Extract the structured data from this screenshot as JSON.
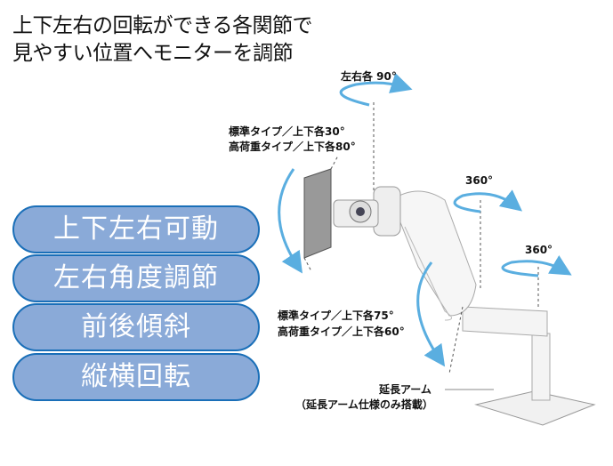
{
  "title": {
    "line1": "上下左右の回転ができる各関節で",
    "line2": "見やすい位置へモニターを調節"
  },
  "features": [
    "上下左右可動",
    "左右角度調節",
    "前後傾斜",
    "縦横回転"
  ],
  "labels": {
    "top_rotation": "左右各 90°",
    "tilt_head_standard": "標準タイプ／上下各30°",
    "tilt_head_heavy": "高荷重タイプ／上下各80°",
    "rot_mid": "360°",
    "rot_base": "360°",
    "tilt_arm_standard": "標準タイプ／上下各75°",
    "tilt_arm_heavy": "高荷重タイプ／上下各60°",
    "extension_arm": "延長アーム",
    "extension_note": "（延長アーム仕様のみ搭載）"
  },
  "colors": {
    "pill_fill": "#8aaad8",
    "pill_border": "#1a6fb8",
    "arrow": "#5aaee0"
  }
}
